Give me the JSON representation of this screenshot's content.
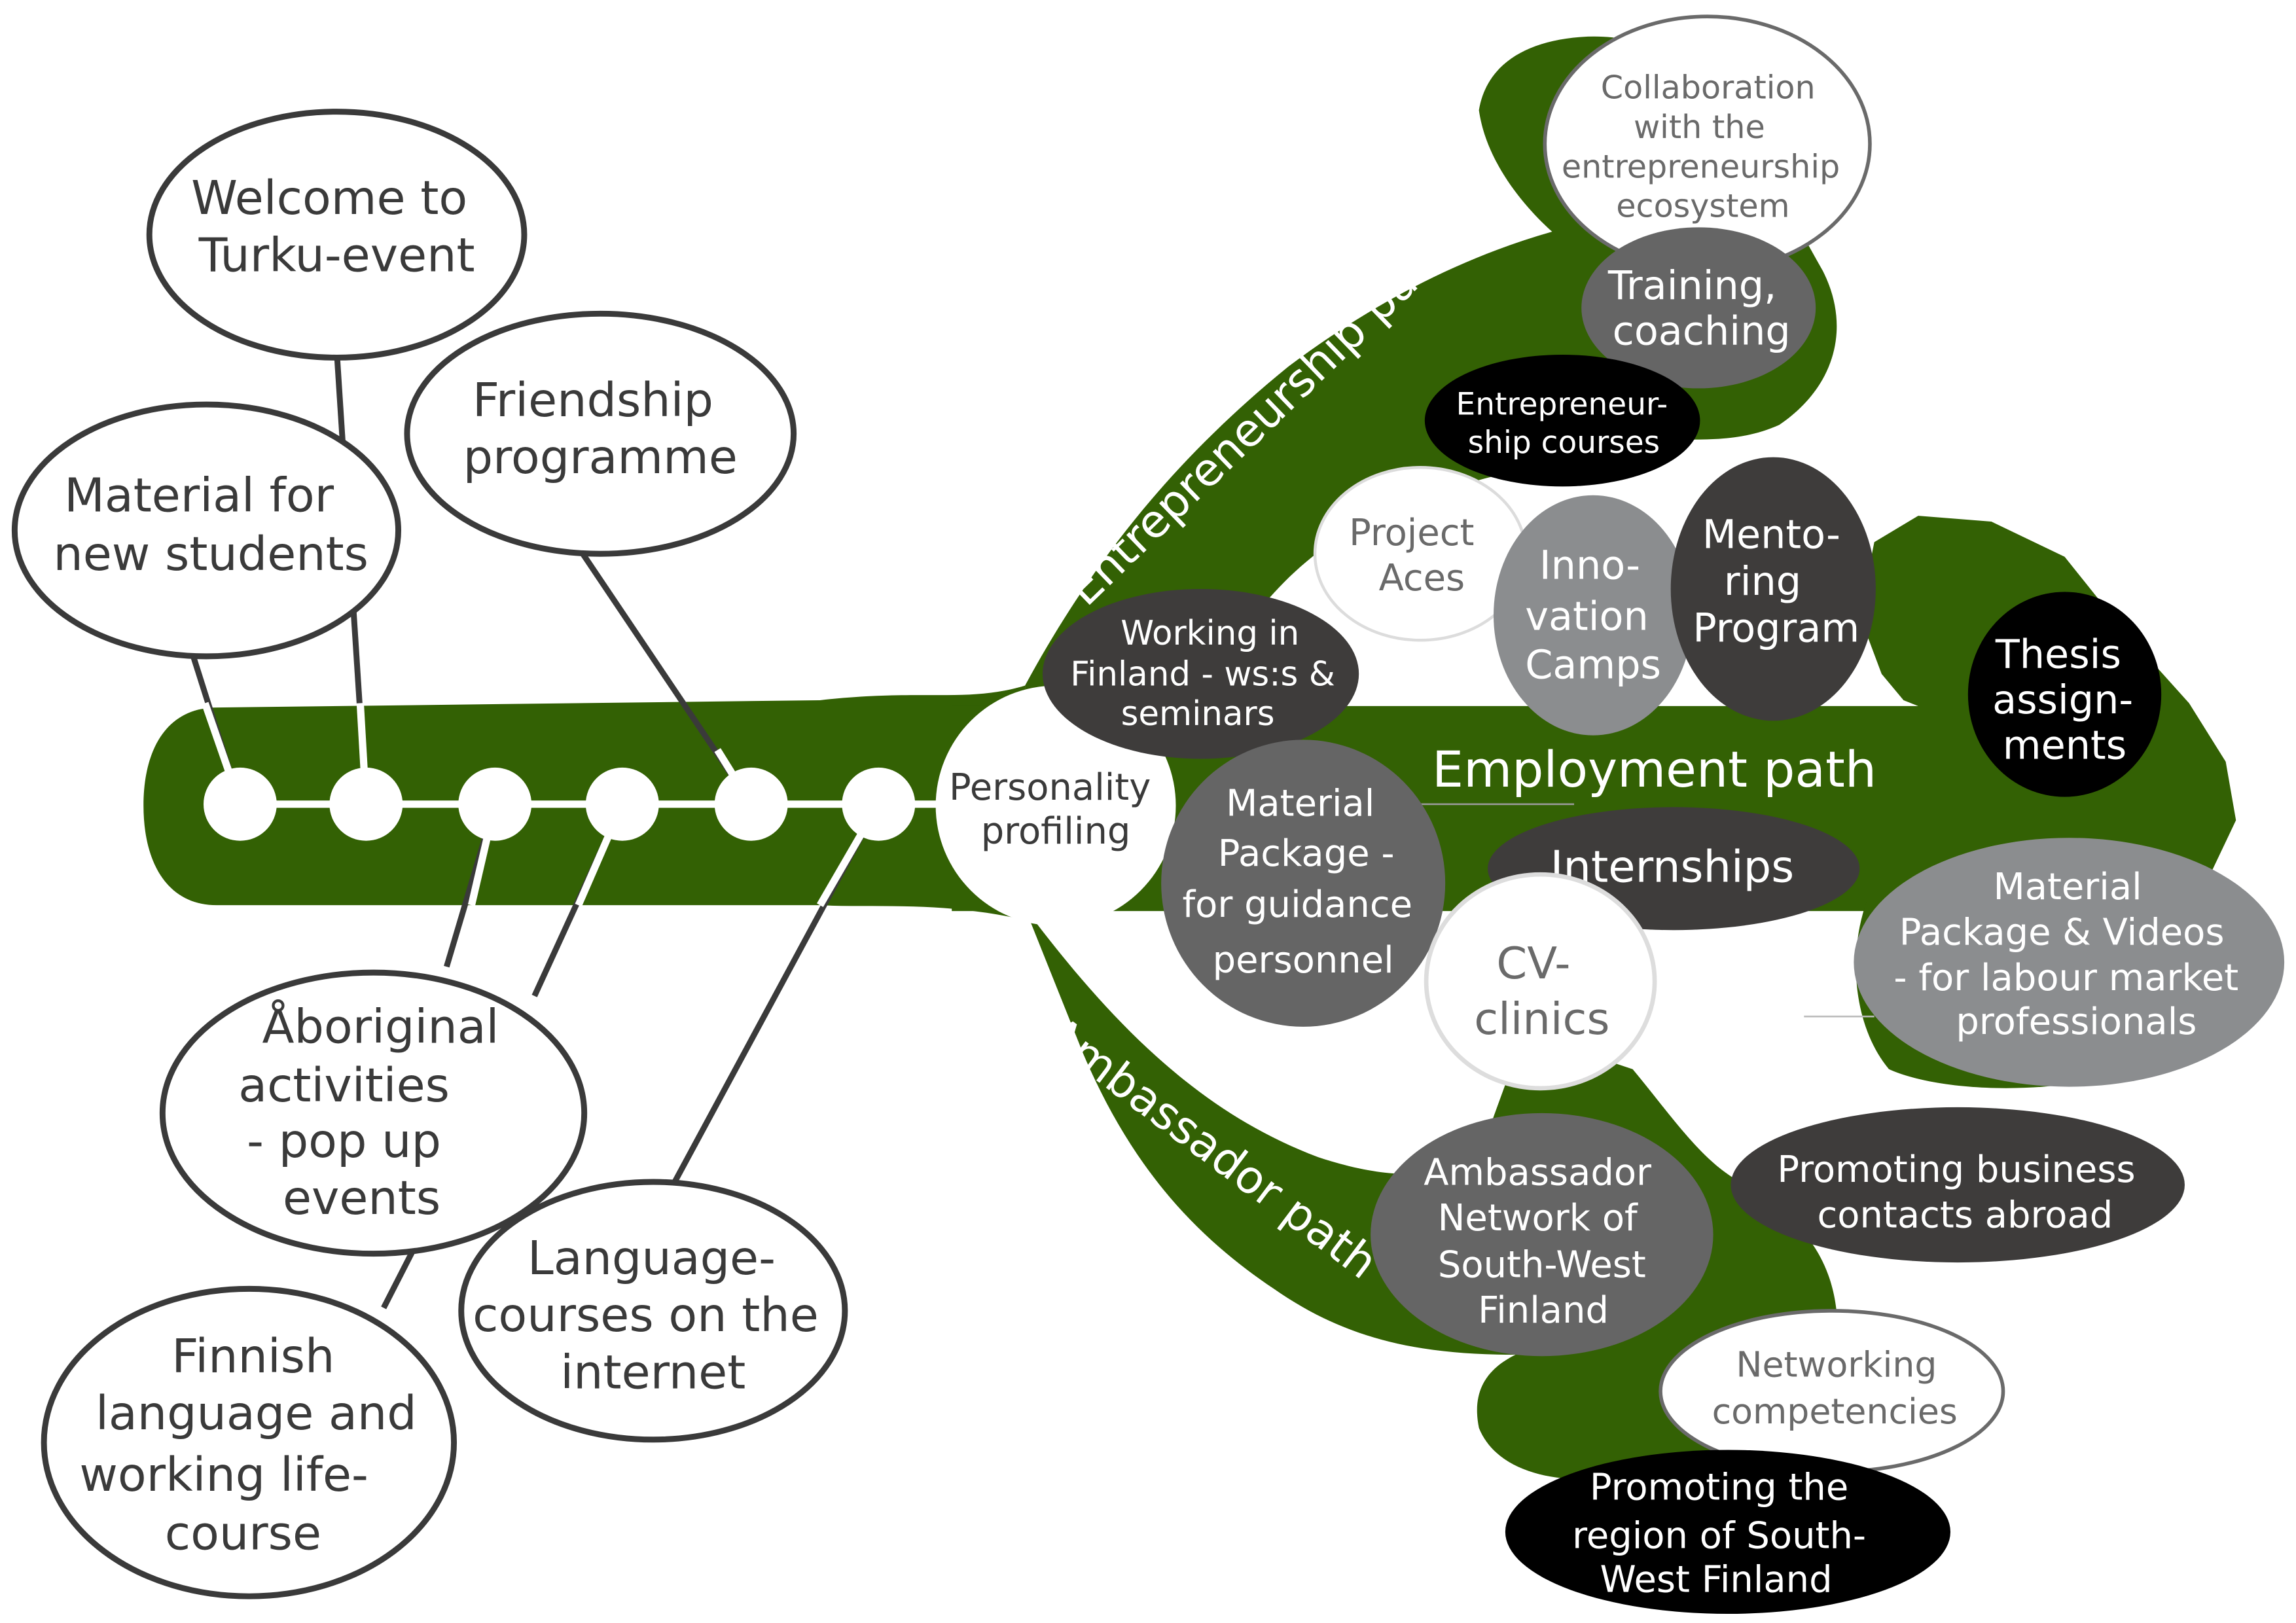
{
  "colors": {
    "branch_green": "#336104",
    "white_bubble": "#ffffff",
    "dark_bubble": "#3e3c3b",
    "medium_bubble": "#656565",
    "light_bubble": "#8b8d8f",
    "black_bubble": "#000000",
    "outline": "#3a3a3a",
    "text_dark": "#3a3a3a",
    "text_light": "#ffffff",
    "text_gray": "#6a6a6a"
  },
  "paths": {
    "entrepreneurship": "Entrepreneurship path",
    "employment": "Employment path",
    "ambassador": "Ambassador  path"
  },
  "left_bubbles": {
    "welcome": [
      "Welcome to",
      "Turku-event"
    ],
    "material_new_students": [
      "Material for",
      "new students"
    ],
    "friendship": [
      "Friendship",
      "programme"
    ],
    "aboriginal": [
      "Åboriginal",
      "activities",
      "- pop up",
      "events"
    ],
    "finnish_course": [
      "Finnish",
      "language and",
      "working life-",
      "course"
    ],
    "language_courses": [
      "Language-",
      "courses on the",
      "internet"
    ]
  },
  "center": {
    "personality": [
      "Personality",
      "profiling"
    ]
  },
  "entrepreneurship_bubbles": {
    "collaboration": [
      "Collaboration",
      "with the",
      "entrepreneurship",
      "ecosystem"
    ],
    "training": [
      "Training,",
      "coaching"
    ],
    "ent_courses": [
      "Entrepreneur-",
      "ship courses"
    ],
    "project_aces": [
      "Project",
      "Aces"
    ],
    "innovation": [
      "Inno-",
      "vation",
      "Camps"
    ],
    "mentoring": [
      "Mento-",
      "ring",
      "Program"
    ],
    "working_finland": [
      "Working in",
      "Finland - ws:s &",
      "seminars"
    ]
  },
  "employment_bubbles": {
    "thesis": [
      "Thesis",
      "assign-",
      "ments"
    ],
    "material_guidance": [
      "Material",
      "Package -",
      "for guidance",
      "personnel"
    ],
    "internships": [
      "Internships"
    ],
    "cv_clinics": [
      "CV-",
      "clinics"
    ],
    "material_videos": [
      "Material",
      "Package & Videos",
      "- for labour market",
      "professionals"
    ]
  },
  "ambassador_bubbles": {
    "ambassador_network": [
      "Ambassador",
      "Network of",
      "South-West",
      "Finland"
    ],
    "promoting_business": [
      "Promoting business",
      "contacts abroad"
    ],
    "networking": [
      "Networking",
      "competencies"
    ],
    "promoting_region": [
      "Promoting the",
      "region of South-",
      "West Finland"
    ]
  }
}
